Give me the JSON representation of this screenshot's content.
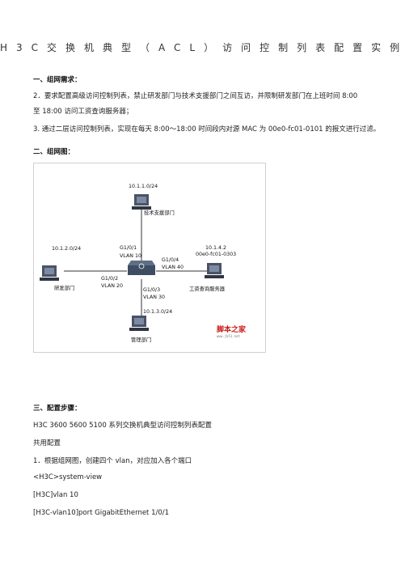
{
  "title": "H3C交换机典型（ACL）访问控制列表配置实例",
  "section1": {
    "heading": "一、组网需求：",
    "req2_line1": "2．要求配置高级访问控制列表，禁止研发部门与技术支援部门之间互访，并限制研发部门在上班时间 8:00",
    "req2_line2": "至 18:00 访问工资查询服务器；",
    "req3": "3. 通过二层访问控制列表，实现在每天 8:00～18:00 时间段内对源 MAC 为 00e0-fc01-0101 的报文进行过滤。"
  },
  "section2": {
    "heading": "二、组网图："
  },
  "diagram": {
    "tech_net": "10.1.1.0/24",
    "tech_dept": "技术支援部门",
    "rd_net": "10.1.2.0/24",
    "rd_dept": "研发部门",
    "mgmt_net": "10.1.3.0/24",
    "mgmt_dept": "管理部门",
    "server_ip": "10.1.4.2",
    "server_mac": "00e0-fc01-0303",
    "server_name": "工资查询服务器",
    "port1": "G1/0/1",
    "vlan1": "VLAN 10",
    "port2": "G1/0/2",
    "vlan2": "VLAN 20",
    "port3": "G1/0/3",
    "vlan3": "VLAN 30",
    "port4": "G1/0/4",
    "vlan4": "VLAN 40",
    "watermark": "脚本之家",
    "watermark_url": "www.jb51.net"
  },
  "section3": {
    "heading": "三、配置步骤：",
    "line1": "H3C 3600 5600 5100 系列交换机典型访问控制列表配置",
    "line2": "共用配置",
    "line3": "1．根据组网图，创建四个 vlan，对应加入各个端口",
    "cmd1": "<H3C>system-view",
    "cmd2": "[H3C]vlan 10",
    "cmd3": "[H3C-vlan10]port GigabitEthernet 1/0/1"
  }
}
